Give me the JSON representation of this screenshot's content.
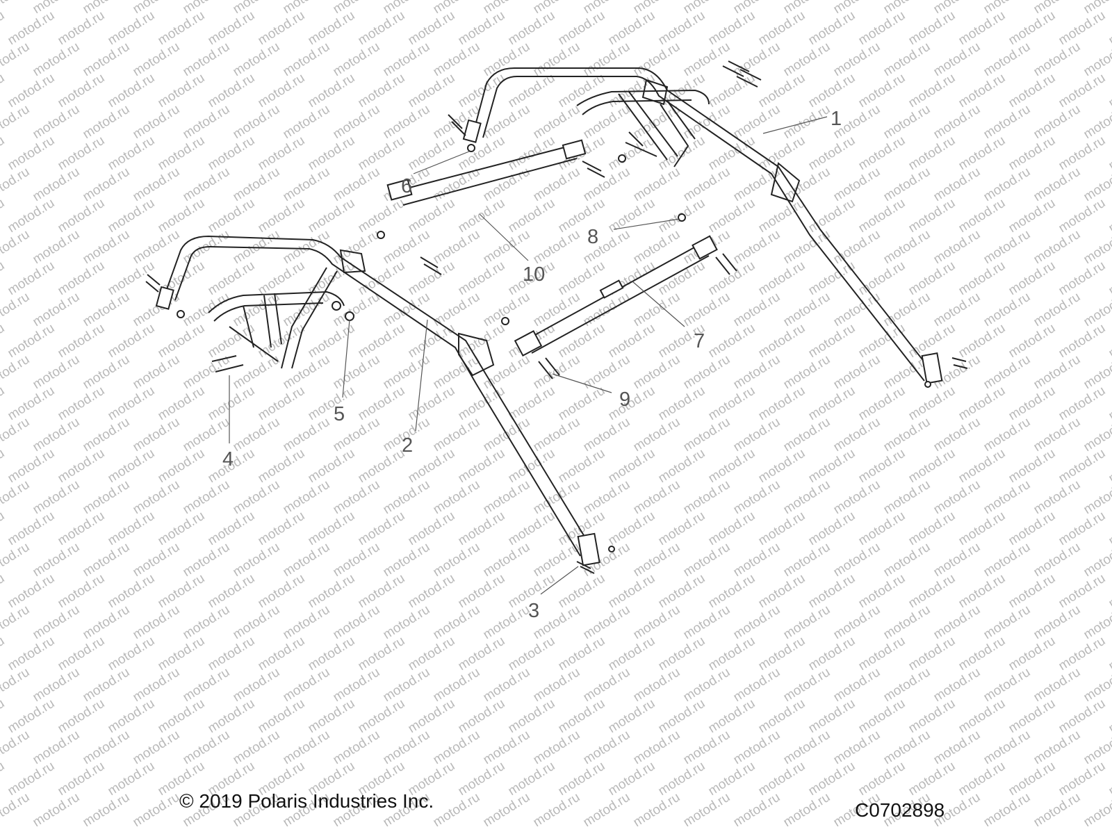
{
  "watermark": {
    "text": "motod.ru"
  },
  "footer": {
    "copyright": "© 2019 Polaris Industries Inc.",
    "code": "C0702898"
  },
  "callouts": [
    {
      "label": "1"
    },
    {
      "label": "2"
    },
    {
      "label": "3"
    },
    {
      "label": "4"
    },
    {
      "label": "5"
    },
    {
      "label": "6"
    },
    {
      "label": "7"
    },
    {
      "label": "8"
    },
    {
      "label": "9"
    },
    {
      "label": "10"
    }
  ]
}
